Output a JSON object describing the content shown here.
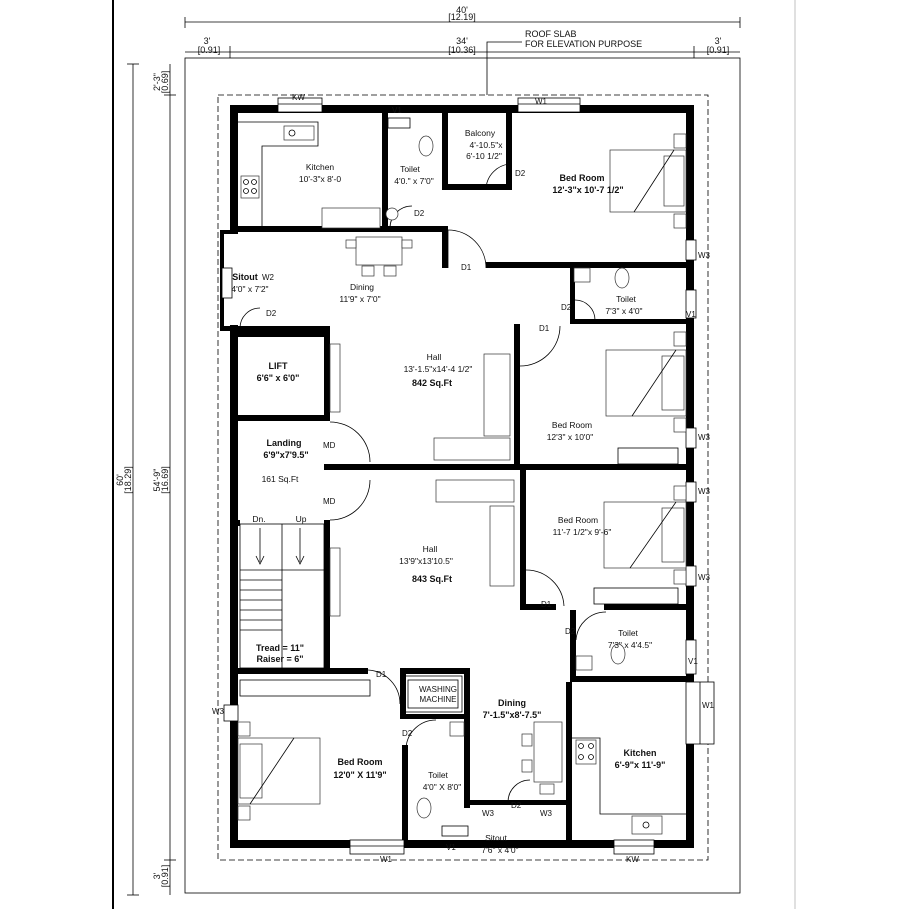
{
  "dimensions": {
    "overall_width": "40'",
    "overall_width_m": "[12.19]",
    "left_offset": "3'",
    "left_offset_m": "[0.91]",
    "middle_width": "34'",
    "middle_width_m": "[10.36]",
    "right_offset": "3'",
    "right_offset_m": "[0.91]",
    "overall_height": "60'",
    "overall_height_m": "[18.29]",
    "inner_height": "54'-9\"",
    "inner_height_m": "[16.69]",
    "top_offset": "2'-3\"",
    "top_offset_m": "[0.69]",
    "bottom_offset": "3'",
    "bottom_offset_m": "[0.91]"
  },
  "roof_note": [
    "ROOF SLAB",
    "FOR ELEVATION PURPOSE"
  ],
  "rooms": {
    "kitchen_top": {
      "name": "Kitchen",
      "size": "10'-3\"x 8'-0"
    },
    "toilet_top": {
      "name": "Toilet",
      "size": "4'0.\" x 7'0\""
    },
    "balcony": {
      "name": "Balcony",
      "size1": "4'-10.5\"x",
      "size2": "6'-10 1/2\""
    },
    "bedroom_top_right": {
      "name": "Bed Room",
      "size": "12'-3\"x 10'-7 1/2\""
    },
    "sitout_left": {
      "name": "Sitout",
      "size": "4'0\" x 7'2\""
    },
    "dining_top": {
      "name": "Dining",
      "size": "11'9\" x 7'0\""
    },
    "toilet_right_top": {
      "name": "Toilet",
      "size": "7'3\" x 4'0\""
    },
    "lift": {
      "name": "LIFT",
      "size": "6'6\" x 6'0\""
    },
    "hall_top": {
      "name": "Hall",
      "size": "13'-1.5\"x14'-4 1/2\"",
      "area": "842 Sq.Ft"
    },
    "bedroom_right_2": {
      "name": "Bed Room",
      "size": "12'3\" x 10'0\""
    },
    "landing": {
      "name": "Landing",
      "size": "6'9\"x7'9.5\"",
      "area": "161 Sq.Ft"
    },
    "bedroom_right_3": {
      "name": "Bed Room",
      "size": "11'-7 1/2\"x 9'-6\""
    },
    "hall_bottom": {
      "name": "Hall",
      "size": "13'9\"x13'10.5\"",
      "area": "843 Sq.Ft"
    },
    "toilet_right_bottom": {
      "name": "Toilet",
      "size": "7'3\" x 4'4.5\""
    },
    "staircase": {
      "tread": "Tread = 11\"",
      "raiser": "Raiser = 6\"",
      "down": "Dn.",
      "up": "Up"
    },
    "washing": {
      "line1": "WASHING",
      "line2": "MACHINE"
    },
    "dining_bottom": {
      "name": "Dining",
      "size": "7'-1.5\"x8'-7.5\""
    },
    "kitchen_bottom": {
      "name": "Kitchen",
      "size": "6'-9\"x 11'-9\""
    },
    "bedroom_bottom_left": {
      "name": "Bed Room",
      "size": "12'0\" X 11'9\""
    },
    "toilet_bottom": {
      "name": "Toilet",
      "size": "4'0\" X 8'0\""
    },
    "sitout_bottom": {
      "name": "Sitout",
      "size": "7'6\" x 4'0\""
    }
  },
  "openings": {
    "kw_top": "KW",
    "w1_top": "W1",
    "v1_top": "V1",
    "d2_balcony": "D2",
    "d2_kitchen": "D2",
    "d1_top": "D1",
    "w2_sitout": "W2",
    "d2_sitout": "D2",
    "w3_right_1": "W3",
    "d2_toilet_r": "D2",
    "v1_right_1": "V1",
    "d1_bed2": "D1",
    "w3_right_2": "W3",
    "md_top": "MD",
    "md_bottom": "MD",
    "w3_right_3": "W3",
    "w3_right_4": "W3",
    "d1_bed3": "D1",
    "d2_toilet_r2": "D2",
    "v1_right_2": "V1",
    "d1_bottom": "D1",
    "w3_left": "W3",
    "d2_bottom": "D2",
    "w1_right": "W1",
    "w3_sit_l": "W3",
    "d2_sit": "D2",
    "w3_sit_r": "W3",
    "v1_bottom": "V1",
    "w1_bottom": "W1",
    "kw_bottom": "KW"
  }
}
